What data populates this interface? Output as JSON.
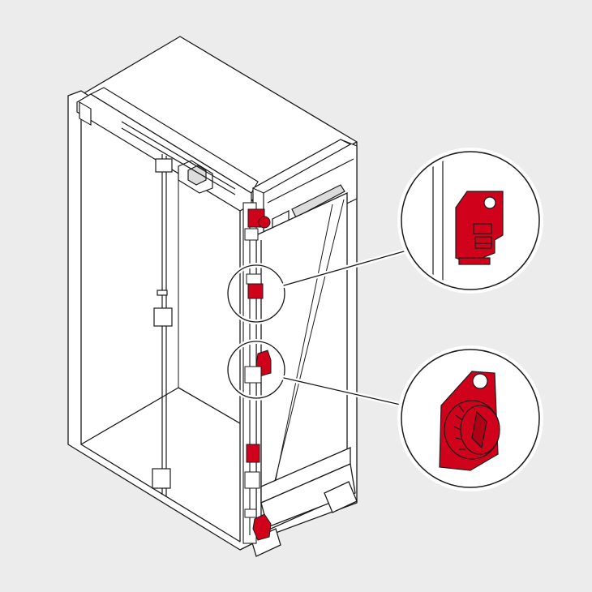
{
  "diagram": {
    "description_text": "",
    "colors": {
      "background": "#ececec",
      "line": "#1a1a1a",
      "panel": "#ffffff",
      "accent_red": "#d0021b",
      "accent_red_dark": "#8a0012",
      "hardware_gray": "#dcdcdc"
    },
    "icons": {
      "hinge": "red-hinge-clip-icon",
      "adjuster": "red-rotary-adjuster-icon"
    },
    "callouts": [
      {
        "id": "upper",
        "target_part": "hinge-clip"
      },
      {
        "id": "lower",
        "target_part": "rotary-adjuster"
      }
    ]
  }
}
